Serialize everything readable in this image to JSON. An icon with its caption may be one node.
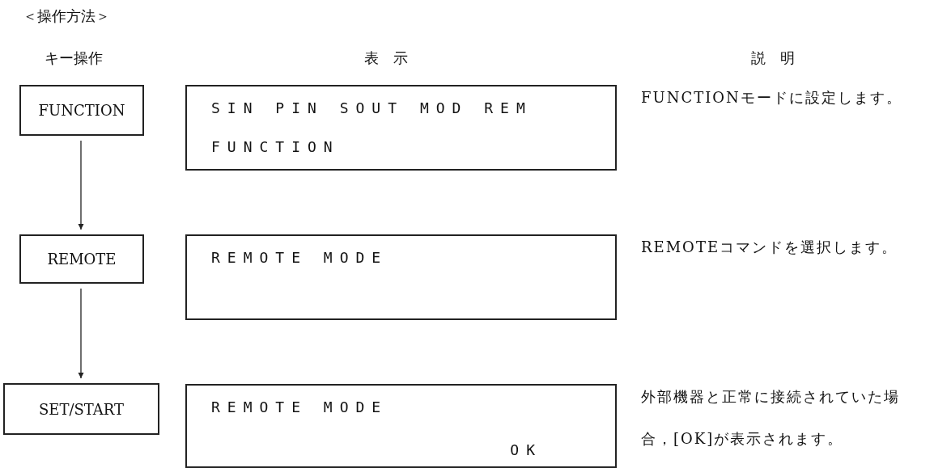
{
  "diagram": {
    "title": "＜操作方法＞",
    "nodes": [
      {
        "text": [
          "FUNCTION"
        ]
      },
      {
        "text": [
          "SIN PIN SOUT MOD REM",
          "FUNCTION"
        ],
        "beside": [
          "FUNCTIONモードに設定します。"
        ]
      },
      {
        "text": [
          "REMOTE"
        ]
      },
      {
        "text": [
          "REMOTE MODE"
        ],
        "beside": [
          "REMOTEコマンドを選択します。"
        ]
      },
      {
        "text": [
          "SET/START"
        ]
      },
      {
        "text": [
          "REMOTE MODE",
          "OK"
        ],
        "beside": [
          "外部機器と正常に接続されていた場合，[OK]が表示されます。"
        ]
      }
    ],
    "edges": [
      {
        "from": 0,
        "to": 2,
        "arrow": "to"
      },
      {
        "from": 2,
        "to": 4,
        "arrow": "to"
      }
    ],
    "labels": [
      "キー操作",
      "表　示",
      "説　明"
    ]
  }
}
